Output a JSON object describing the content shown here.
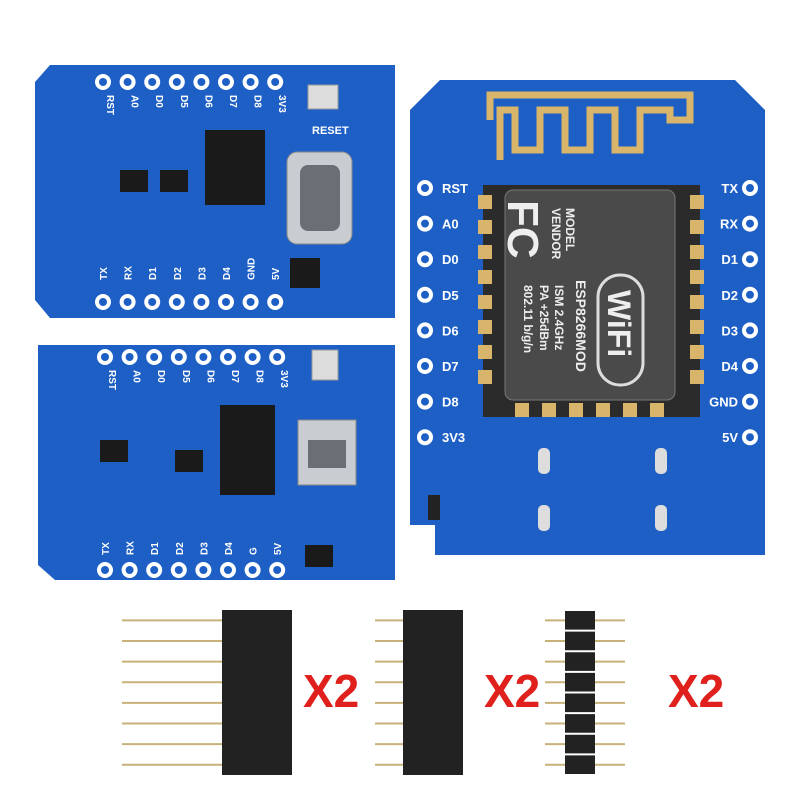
{
  "colors": {
    "pcb": "#1d5fc4",
    "pcb_dark": "#174ea6",
    "module": "#4a4a4a",
    "gold": "#d8b56a",
    "header": "#222222",
    "multiplier": "#e0201c"
  },
  "board_typec": {
    "top_labels": [
      "RST",
      "A0",
      "D0",
      "D5",
      "D6",
      "D7",
      "D8",
      "3V3"
    ],
    "bottom_labels": [
      "TX",
      "RX",
      "D1",
      "D2",
      "D3",
      "D4",
      "GND",
      "5V"
    ],
    "button_label": "RESET"
  },
  "board_micro": {
    "top_labels": [
      "RST",
      "A0",
      "D0",
      "D5",
      "D6",
      "D7",
      "D8",
      "3V3"
    ],
    "bottom_labels": [
      "TX",
      "RX",
      "D1",
      "D2",
      "D3",
      "D4",
      "G",
      "5V"
    ]
  },
  "board_esp": {
    "left_labels": [
      "RST",
      "A0",
      "D0",
      "D5",
      "D6",
      "D7",
      "D8",
      "3V3"
    ],
    "right_labels": [
      "TX",
      "RX",
      "D1",
      "D2",
      "D3",
      "D4",
      "GND",
      "5V"
    ],
    "module": {
      "fc_logo": "FC",
      "model_label": "MODEL",
      "vendor_label": "VENDOR",
      "model": "ESP8266MOD",
      "ism": "ISM  2.4GHz",
      "pa": "PA  +25dBm",
      "standard": "802.11 b/g/n",
      "wifi_logo": "WiFi"
    }
  },
  "headers": [
    {
      "type": "long female header",
      "quantity": "X2"
    },
    {
      "type": "short female header",
      "quantity": "X2"
    },
    {
      "type": "male pin header",
      "quantity": "X2"
    }
  ]
}
